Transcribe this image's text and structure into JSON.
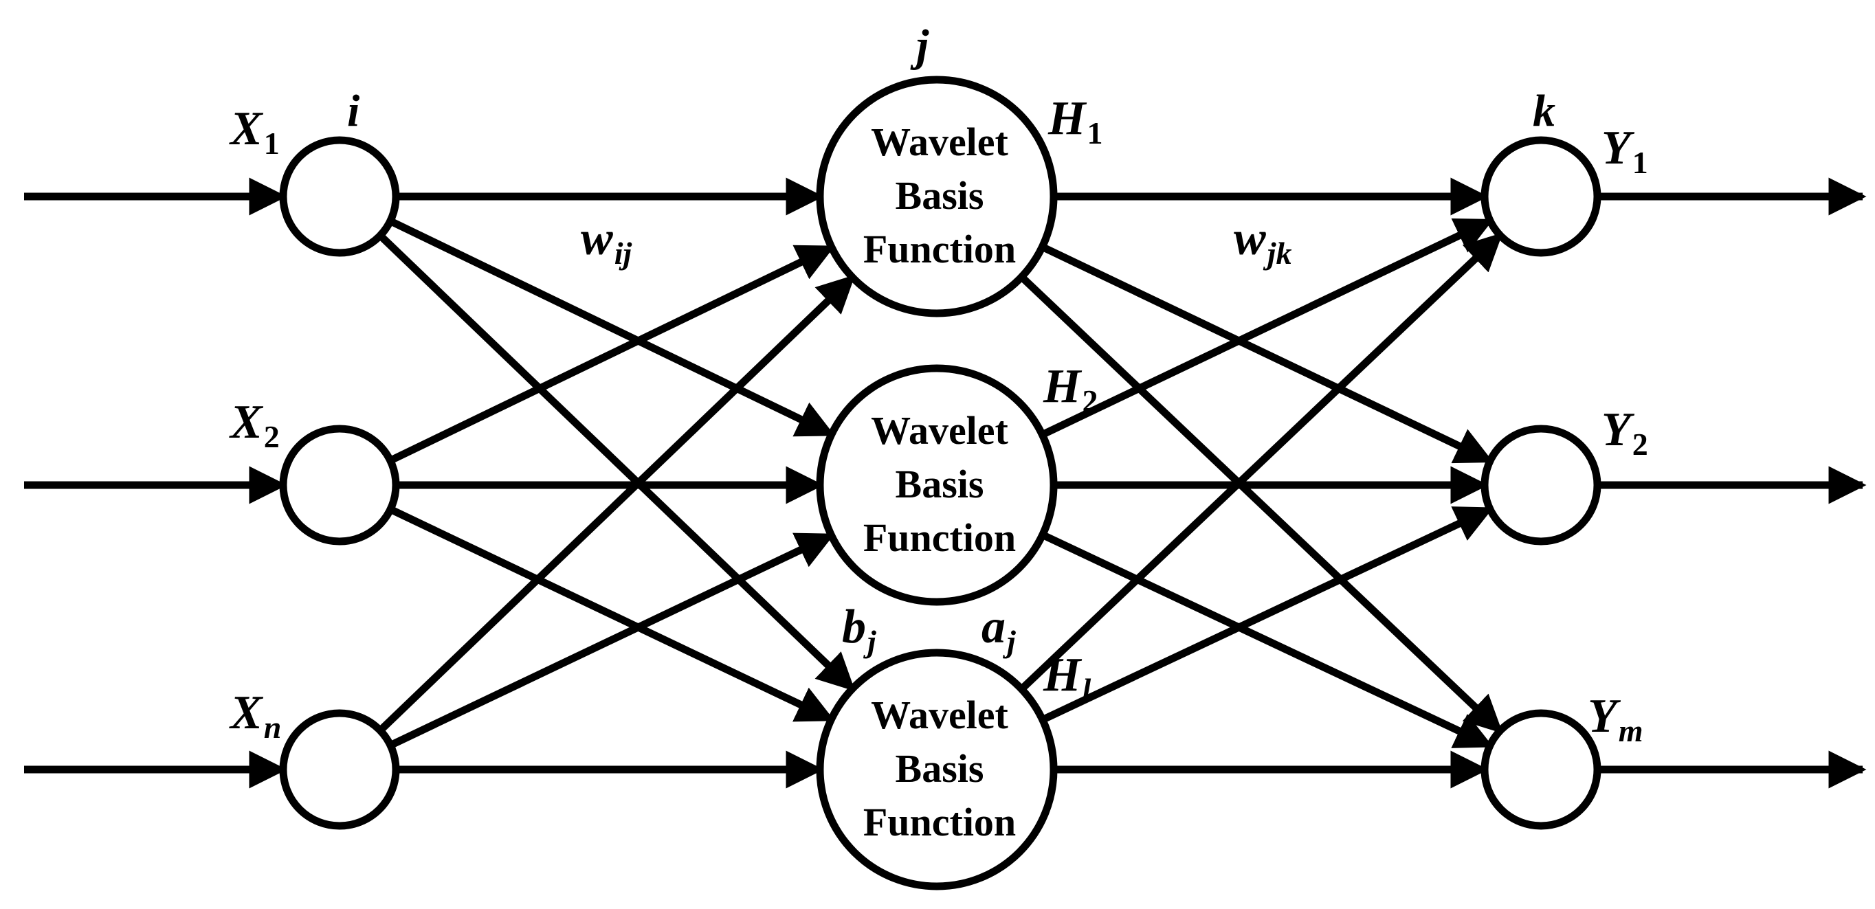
{
  "input_layer": {
    "index_label": "i",
    "nodes": [
      {
        "var": "X",
        "sub": "1"
      },
      {
        "var": "X",
        "sub": "2"
      },
      {
        "var": "X",
        "sub": "n"
      }
    ]
  },
  "hidden_layer": {
    "index_label": "j",
    "node_lines": [
      "Wavelet",
      "Basis",
      "Function"
    ],
    "nodes": [
      {
        "var": "H",
        "sub": "1"
      },
      {
        "var": "H",
        "sub": "2"
      },
      {
        "var": "H",
        "sub": "l"
      }
    ],
    "params": [
      {
        "var": "b",
        "sub": "j"
      },
      {
        "var": "a",
        "sub": "j"
      }
    ]
  },
  "output_layer": {
    "index_label": "k",
    "nodes": [
      {
        "var": "Y",
        "sub": "1"
      },
      {
        "var": "Y",
        "sub": "2"
      },
      {
        "var": "Y",
        "sub": "m"
      }
    ]
  },
  "weights": {
    "input_hidden": {
      "var": "w",
      "sub": "ij"
    },
    "hidden_output": {
      "var": "w",
      "sub": "jk"
    }
  },
  "colors": {
    "stroke": "#000000",
    "background": "#ffffff"
  }
}
